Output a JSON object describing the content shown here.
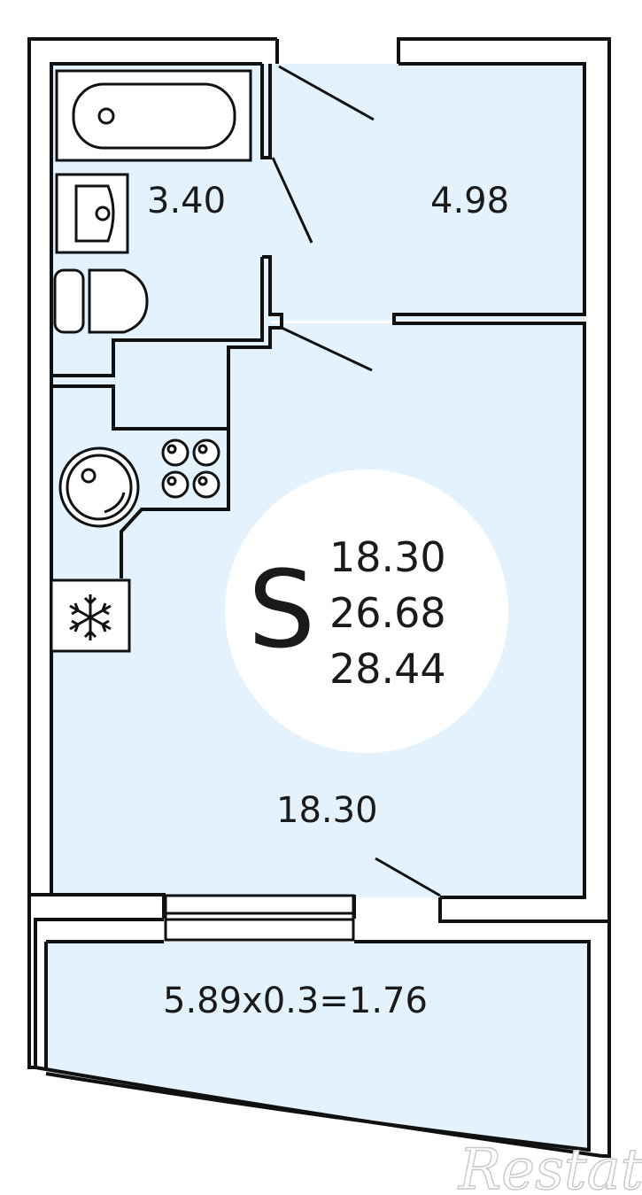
{
  "plan": {
    "rooms": {
      "bathroom_area": "3.40",
      "hall_area": "4.98",
      "living_area": "18.30",
      "balcony_area": "5.89x0.3=1.76"
    },
    "summary": {
      "symbol": "S",
      "living": "18.30",
      "total_without_balcony": "26.68",
      "total": "28.44"
    },
    "colors": {
      "floor_fill": "#e3f2fc",
      "wall": "#111111",
      "badge": "#ffffff"
    }
  },
  "watermark": {
    "logo_text": "Restate"
  }
}
